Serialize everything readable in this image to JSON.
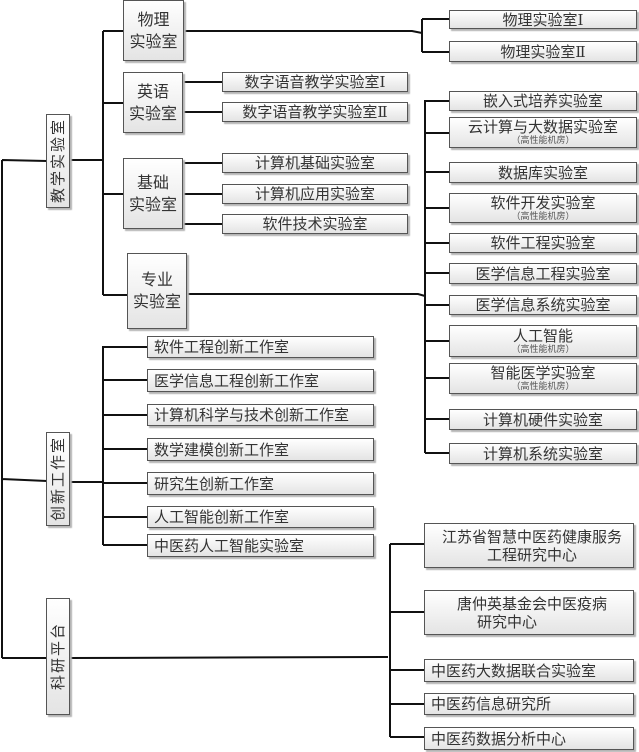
{
  "root_groups": {
    "teaching": "教学实验室",
    "innovation": "创新工作室",
    "research": "科研平台"
  },
  "teaching": {
    "physics": {
      "line1": "物理",
      "line2": "实验室",
      "children": [
        "物理实验室Ⅰ",
        "物理实验室Ⅱ"
      ]
    },
    "english": {
      "line1": "英语",
      "line2": "实验室",
      "children": [
        "数字语音教学实验室Ⅰ",
        "数字语音教学实验室Ⅱ"
      ]
    },
    "basic": {
      "line1": "基础",
      "line2": "实验室",
      "children": [
        "计算机基础实验室",
        "计算机应用实验室",
        "软件技术实验室"
      ]
    },
    "professional": {
      "line1": "专业",
      "line2": "实验室",
      "children": [
        {
          "name": "嵌入式培养实验室"
        },
        {
          "name": "云计算与大数据实验室",
          "note": "（高性能机房）"
        },
        {
          "name": "数据库实验室"
        },
        {
          "name": "软件开发实验室",
          "note": "（高性能机房）"
        },
        {
          "name": "软件工程实验室"
        },
        {
          "name": "医学信息工程实验室"
        },
        {
          "name": "医学信息系统实验室"
        },
        {
          "name": "人工智能",
          "note": "（高性能机房）"
        },
        {
          "name": "智能医学实验室",
          "note": "（高性能机房）"
        },
        {
          "name": "计算机硬件实验室"
        },
        {
          "name": "计算机系统实验室"
        }
      ]
    }
  },
  "innovation": {
    "children": [
      "软件工程创新工作室",
      "医学信息工程创新工作室",
      "计算机科学与技术创新工作室",
      "数学建模创新工作室",
      "研究生创新工作室",
      "人工智能创新工作室",
      "中医药人工智能实验室"
    ]
  },
  "research": {
    "children": [
      {
        "line1": "江苏省智慧中医药健康服务",
        "line2": "工程研究中心"
      },
      {
        "line1": "唐仲英基金会中医疫病",
        "line2": "研究中心"
      },
      {
        "line1": "中医药大数据联合实验室"
      },
      {
        "line1": "中医药信息研究所"
      },
      {
        "line1": "中医药数据分析中心"
      }
    ]
  }
}
